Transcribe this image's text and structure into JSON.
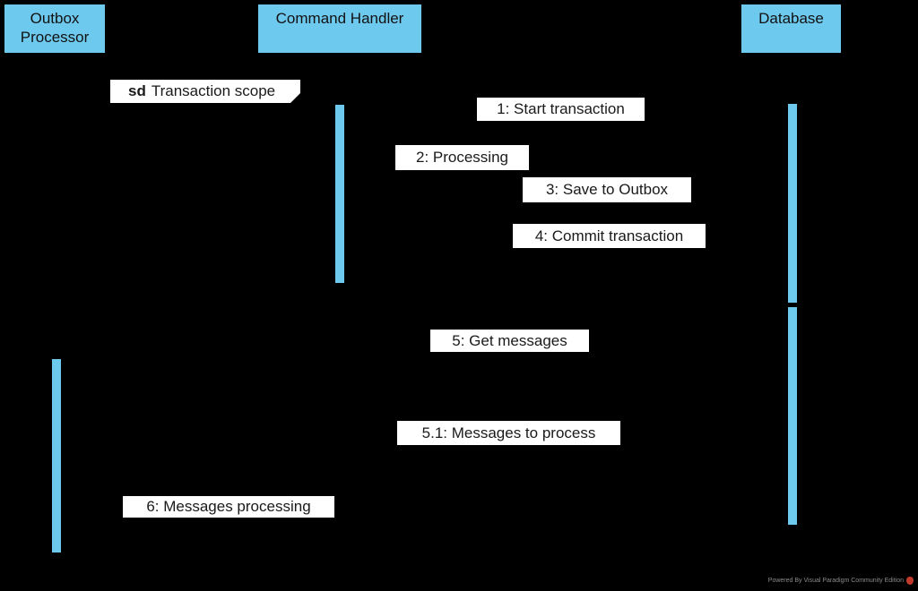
{
  "diagram": {
    "type": "uml-sequence-diagram",
    "background": "#000000",
    "participants": [
      {
        "id": "outbox-processor",
        "label": "Outbox Processor"
      },
      {
        "id": "command-handler",
        "label": "Command Handler"
      },
      {
        "id": "database",
        "label": "Database"
      }
    ],
    "fragment": {
      "keyword": "sd",
      "label": "Transaction scope"
    },
    "messages": [
      {
        "text": "1: Start transaction"
      },
      {
        "text": "2: Processing"
      },
      {
        "text": "3: Save to Outbox"
      },
      {
        "text": "4: Commit transaction"
      },
      {
        "text": "5: Get messages"
      },
      {
        "text": "5.1: Messages to process"
      },
      {
        "text": "6: Messages processing"
      }
    ],
    "activations": [
      {
        "lifeline": "command-handler",
        "index": 1
      },
      {
        "lifeline": "database",
        "index": 1
      },
      {
        "lifeline": "database",
        "index": 2
      },
      {
        "lifeline": "outbox-processor",
        "index": 1
      }
    ],
    "colors": {
      "lifeline_fill": "#6ec9ef",
      "shape_border": "#000000",
      "label_bg": "#ffffff",
      "text": "#1a1a1a",
      "watermark_text": "#8c8c8c",
      "watermark_logo": "#c0392b"
    },
    "watermark": {
      "text": "Powered By Visual Paradigm Community Edition"
    }
  }
}
